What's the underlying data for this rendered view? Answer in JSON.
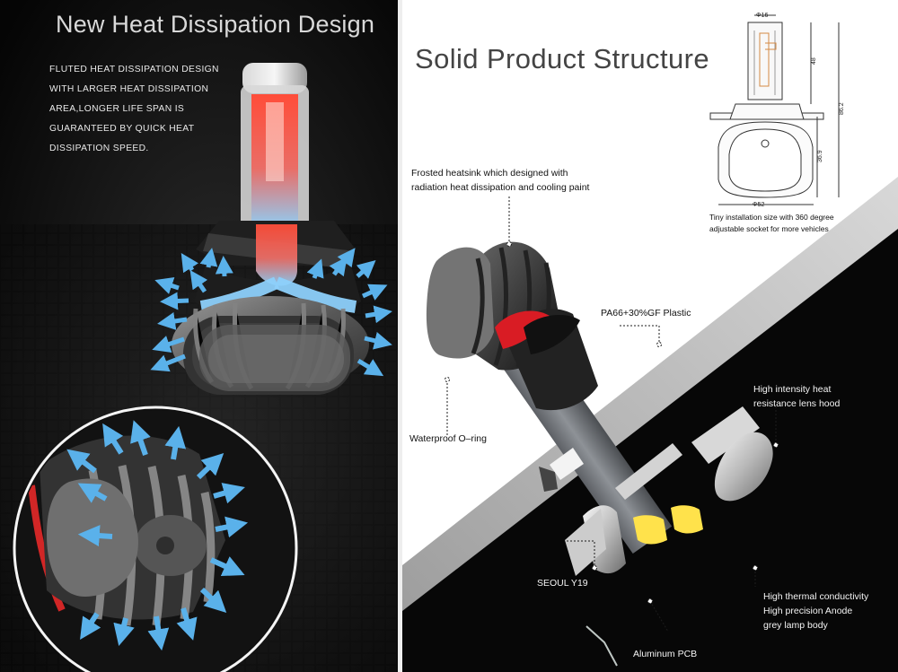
{
  "left": {
    "title": "New Heat Dissipation Design",
    "description": [
      "FLUTED HEAT DISSIPATION DESIGN",
      "WITH LARGER HEAT DISSIPATION",
      "AREA,LONGER LIFE SPAN IS",
      "GUARANTEED BY QUICK HEAT",
      "DISSIPATION SPEED."
    ]
  },
  "right": {
    "title": "Solid Product Structure",
    "diagram": {
      "dim_top": "Φ16",
      "dim_bottom": "Φ52",
      "dim_48": "48",
      "dim_86": "86.2",
      "dim_36": "36.9",
      "caption": [
        "Tiny installation size with 360 degree",
        "adjustable socket for more vehicles"
      ]
    },
    "callouts": {
      "heatsink": [
        "Frosted heatsink which designed with",
        "radiation heat dissipation and cooling paint"
      ],
      "plastic": "PA66+30%GF Plastic",
      "oring": "Waterproof O–ring",
      "lens": [
        "High intensity heat",
        "resistance lens hood"
      ],
      "seoul": "SEOUL Y19",
      "body": [
        "High thermal conductivity",
        "High precision Anode",
        "grey lamp body"
      ],
      "pcb": "Aluminum PCB"
    }
  },
  "colors": {
    "left_bg": "#050505",
    "right_dark": "#0b0b0b",
    "arrow_blue": "#58aee7",
    "heat_red": "#f04a3b",
    "body_grey": "#767a80"
  }
}
